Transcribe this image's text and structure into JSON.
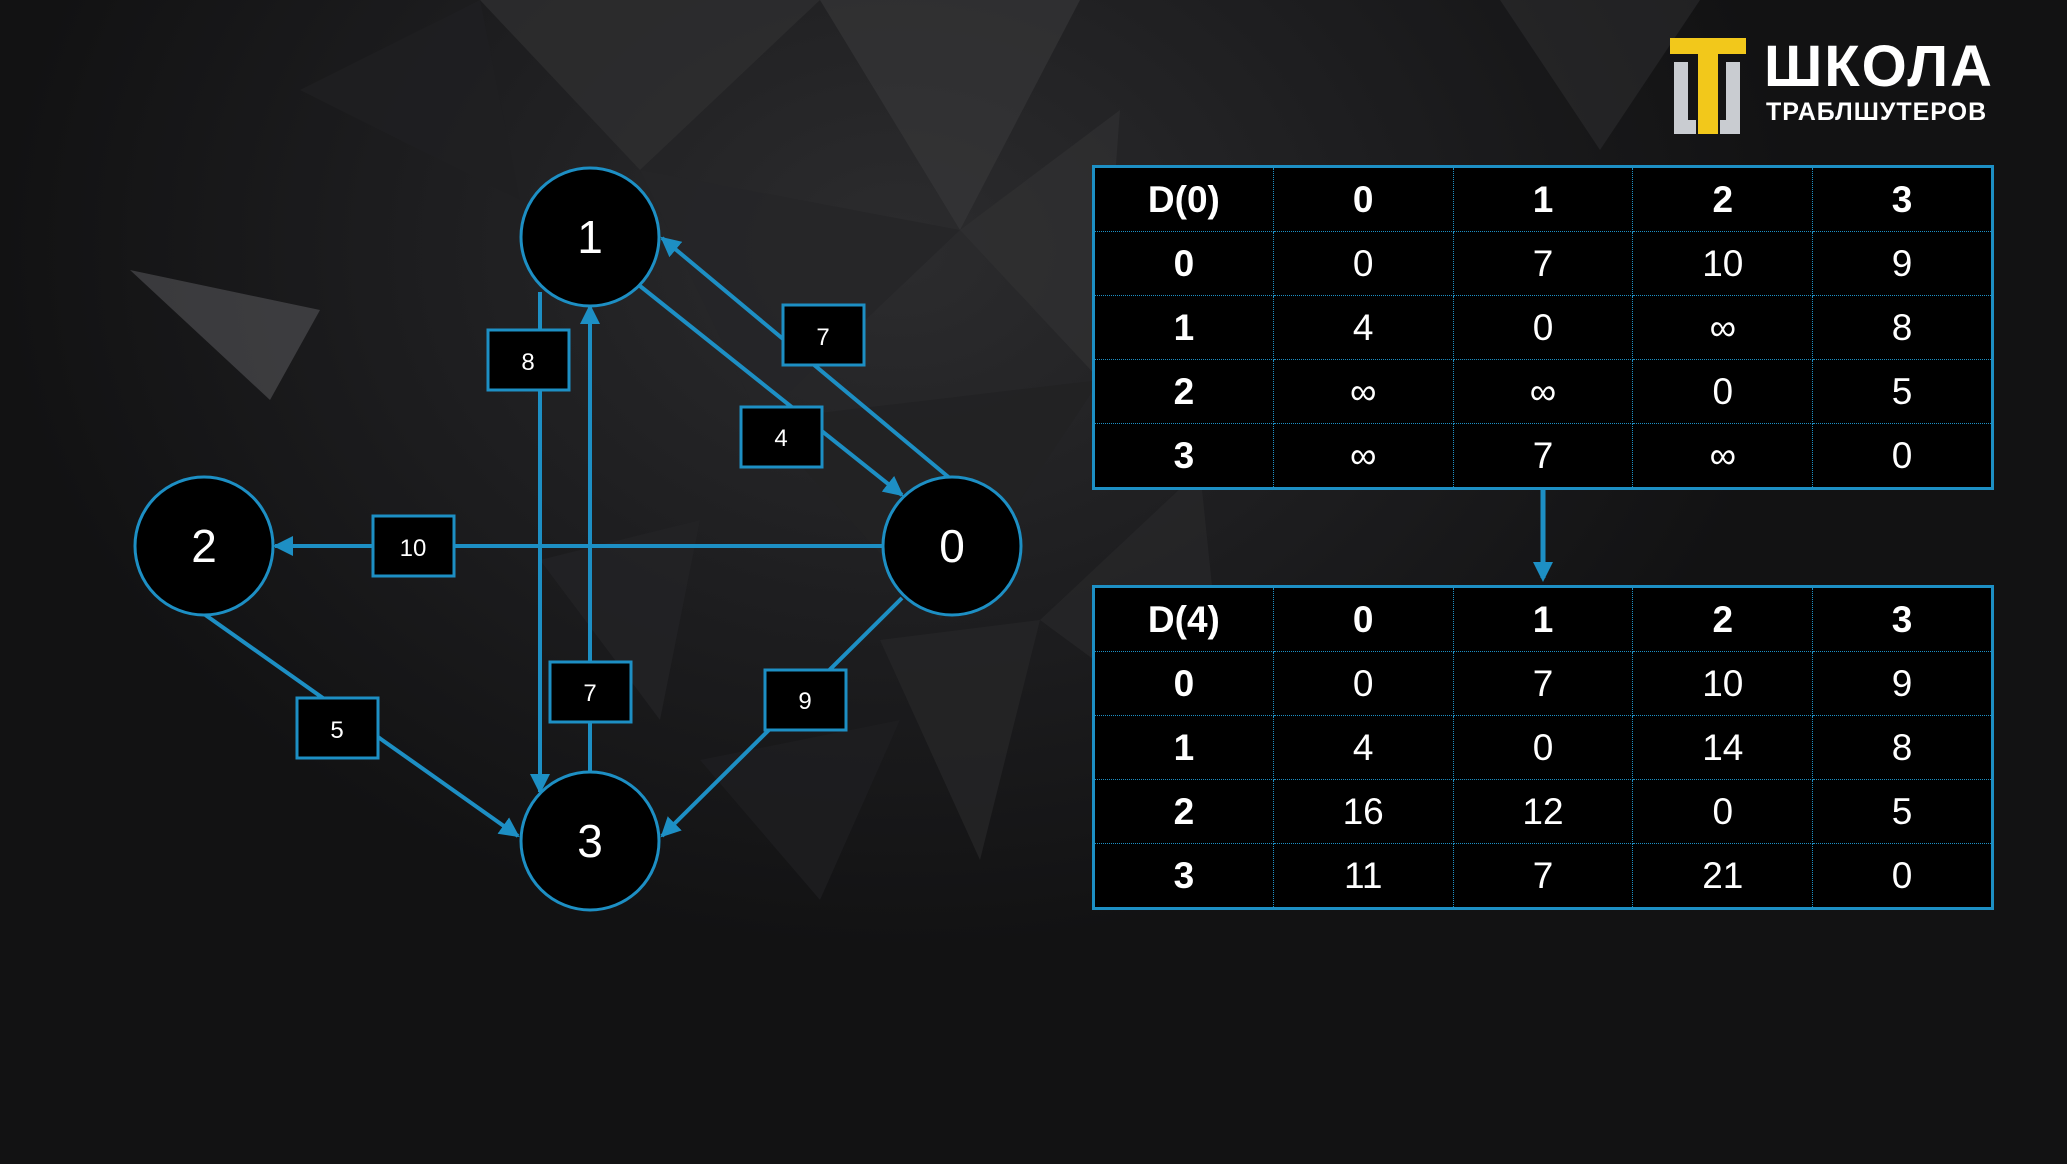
{
  "logo": {
    "title": "ШКОЛА",
    "subtitle": "ТРАБЛШУТЕРОВ",
    "colors": {
      "gold": "#f2c81b",
      "silver": "#c9ccd1"
    }
  },
  "colors": {
    "accent": "#1d8fc4",
    "node_fill": "#000000",
    "text": "#ffffff"
  },
  "graph": {
    "nodes": [
      {
        "id": "1",
        "label": "1"
      },
      {
        "id": "2",
        "label": "2"
      },
      {
        "id": "0",
        "label": "0"
      },
      {
        "id": "3",
        "label": "3"
      }
    ],
    "edges": [
      {
        "from": "0",
        "to": "1",
        "weight": "7"
      },
      {
        "from": "1",
        "to": "0",
        "weight": "4"
      },
      {
        "from": "0",
        "to": "2",
        "weight": "10"
      },
      {
        "from": "1",
        "to": "3",
        "weight": "8"
      },
      {
        "from": "3",
        "to": "1",
        "weight": "7"
      },
      {
        "from": "0",
        "to": "3",
        "weight": "9"
      },
      {
        "from": "2",
        "to": "3",
        "weight": "5"
      }
    ]
  },
  "matrices": {
    "d0": {
      "header": [
        "D(0)",
        "0",
        "1",
        "2",
        "3"
      ],
      "rows": [
        [
          "0",
          "0",
          "7",
          "10",
          "9"
        ],
        [
          "1",
          "4",
          "0",
          "∞",
          "8"
        ],
        [
          "2",
          "∞",
          "∞",
          "0",
          "5"
        ],
        [
          "3",
          "∞",
          "7",
          "∞",
          "0"
        ]
      ]
    },
    "d4": {
      "header": [
        "D(4)",
        "0",
        "1",
        "2",
        "3"
      ],
      "rows": [
        [
          "0",
          "0",
          "7",
          "10",
          "9"
        ],
        [
          "1",
          "4",
          "0",
          "14",
          "8"
        ],
        [
          "2",
          "16",
          "12",
          "0",
          "5"
        ],
        [
          "3",
          "11",
          "7",
          "21",
          "0"
        ]
      ]
    }
  }
}
